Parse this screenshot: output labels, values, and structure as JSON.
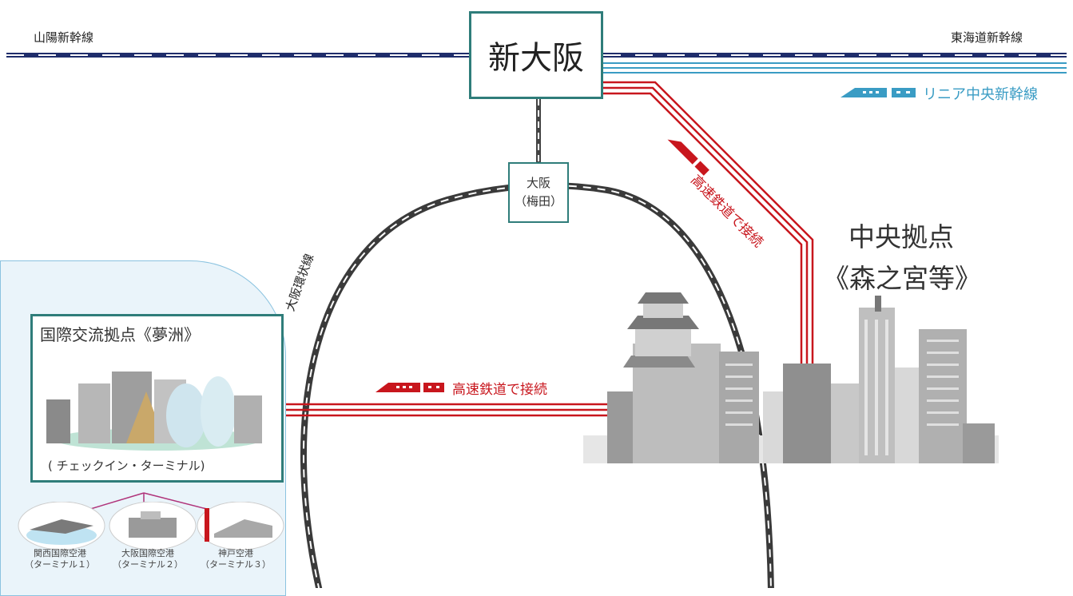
{
  "lines": {
    "sanyo": "山陽新幹線",
    "tokaido": "東海道新幹線",
    "linear": "リニア中央新幹線",
    "loop": "大阪環状線"
  },
  "stations": {
    "shin_osaka": "新大阪",
    "osaka_line1": "大阪",
    "osaka_line2": "（梅田）"
  },
  "connections": {
    "rail_vertical": "高速鉄道で接続",
    "rail_horizontal": "高速鉄道で接続"
  },
  "central_hub": {
    "title": "中央拠点",
    "subtitle": "《森之宮等》"
  },
  "intl_hub": {
    "title": "国際交流拠点《夢洲》",
    "checkin": "( チェックイン・ターミナル)"
  },
  "airports": [
    {
      "name": "関西国際空港",
      "terminal": "（ターミナル１）"
    },
    {
      "name": "大阪国際空港",
      "terminal": "（ターミナル２）"
    },
    {
      "name": "神戸空港",
      "terminal": "（ターミナル３）"
    }
  ],
  "colors": {
    "shinkansen": "#1f2d6b",
    "linear": "#3a9cc4",
    "rail": "#c8161d",
    "station_border": "#2f7d7a",
    "panel_bg": "#eaf4fa"
  }
}
